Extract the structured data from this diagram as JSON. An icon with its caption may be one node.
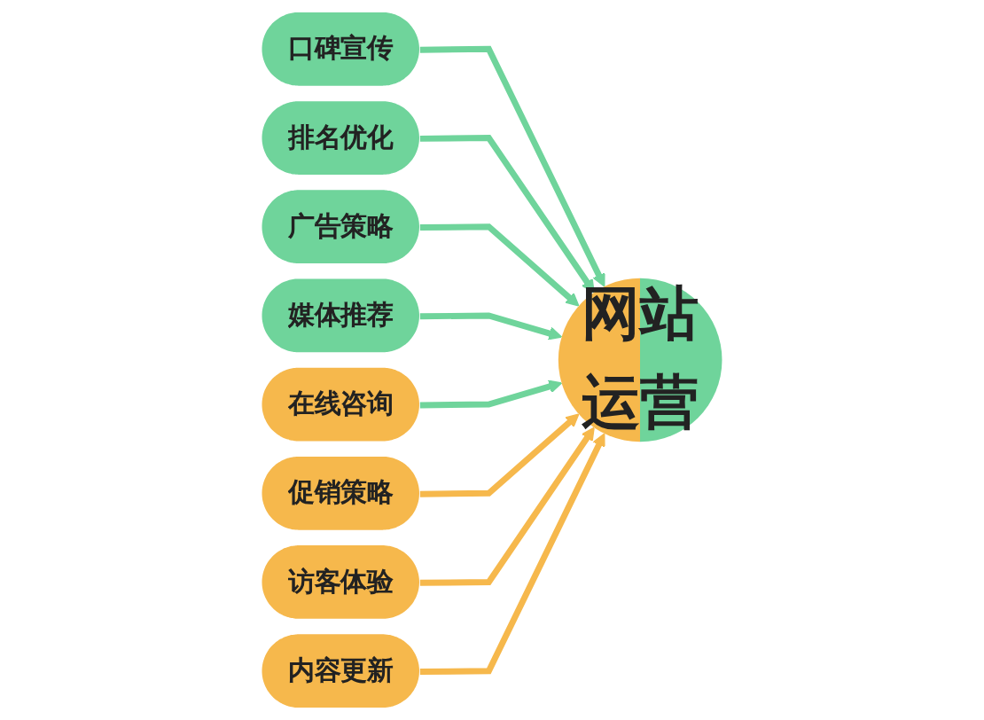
{
  "diagram": {
    "nodes": [
      {
        "text": [
          "网站运营"
        ]
      },
      {
        "text": [
          "口碑宣传"
        ]
      },
      {
        "text": [
          "排名优化"
        ]
      },
      {
        "text": [
          "广告策略"
        ]
      },
      {
        "text": [
          "媒体推荐"
        ]
      },
      {
        "text": [
          "在线咨询"
        ]
      },
      {
        "text": [
          "促销策略"
        ]
      },
      {
        "text": [
          "访客体验"
        ]
      },
      {
        "text": [
          "内容更新"
        ]
      }
    ],
    "edges": [
      {
        "from": 1,
        "to": 0,
        "arrow": "to"
      },
      {
        "from": 2,
        "to": 0,
        "arrow": "to"
      },
      {
        "from": 3,
        "to": 0,
        "arrow": "to"
      },
      {
        "from": 4,
        "to": 0,
        "arrow": "to"
      },
      {
        "from": 5,
        "to": 0,
        "arrow": "to"
      },
      {
        "from": 6,
        "to": 0,
        "arrow": "to",
        "color": "#f6b84c"
      },
      {
        "from": 7,
        "to": 0,
        "arrow": "to",
        "color": "#f6b84c"
      },
      {
        "from": 8,
        "to": 0,
        "arrow": "to",
        "color": "#f6b84c"
      }
    ]
  }
}
